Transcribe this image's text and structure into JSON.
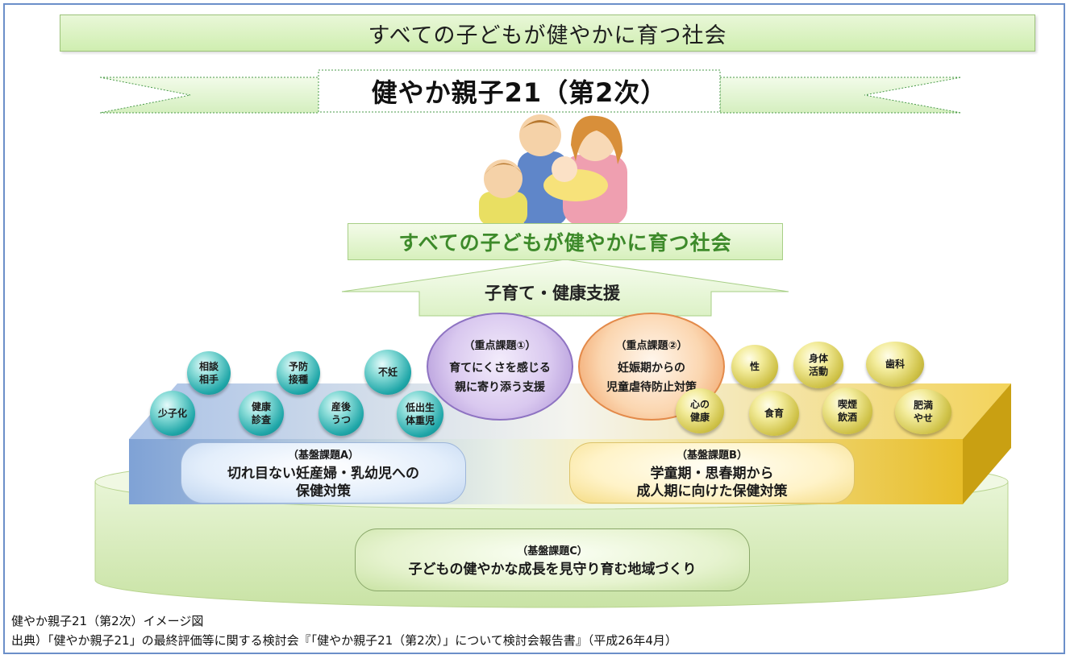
{
  "top_banner": "すべての子どもが健やかに育つ社会",
  "ribbon_title": "健やか親子21（第2次）",
  "society_box": "すべての子どもが健やかに育つ社会",
  "arrow_label": "子育て・健康支援",
  "priority": [
    {
      "heading": "（重点課題①）",
      "line1": "育てにくさを感じる",
      "line2": "親に寄り添う支援"
    },
    {
      "heading": "（重点課題②）",
      "line1": "妊娠期からの",
      "line2": "児童虐待防止対策"
    }
  ],
  "teal_balls": [
    {
      "line1": "相談",
      "line2": "相手"
    },
    {
      "line1": "予防",
      "line2": "接種"
    },
    {
      "line1": "不妊",
      "line2": ""
    },
    {
      "line1": "少子化",
      "line2": ""
    },
    {
      "line1": "健康",
      "line2": "診査"
    },
    {
      "line1": "産後",
      "line2": "うつ"
    },
    {
      "line1": "低出生",
      "line2": "体重児"
    }
  ],
  "gold_balls": [
    {
      "line1": "性",
      "line2": ""
    },
    {
      "line1": "身体",
      "line2": "活動"
    },
    {
      "line1": "歯科",
      "line2": ""
    },
    {
      "line1": "心の",
      "line2": "健康"
    },
    {
      "line1": "食育",
      "line2": ""
    },
    {
      "line1": "喫煙",
      "line2": "飲酒"
    },
    {
      "line1": "肥満",
      "line2": "やせ"
    }
  ],
  "foundation": {
    "a": {
      "heading": "（基盤課題A）",
      "line1": "切れ目ない妊産婦・乳幼児への",
      "line2": "保健対策"
    },
    "b": {
      "heading": "（基盤課題B）",
      "line1": "学童期・思春期から",
      "line2": "成人期に向けた保健対策"
    },
    "c": {
      "heading": "（基盤課題C）",
      "line1": "子どもの健やかな成長を見守り育む地域づくり"
    }
  },
  "caption": {
    "line1": "健やか親子21（第2次）イメージ図",
    "line2": "出典）「健やか親子21」の最終評価等に関する検討会『「健やか親子21（第2次）」について検討会報告書』（平成26年4月）"
  }
}
